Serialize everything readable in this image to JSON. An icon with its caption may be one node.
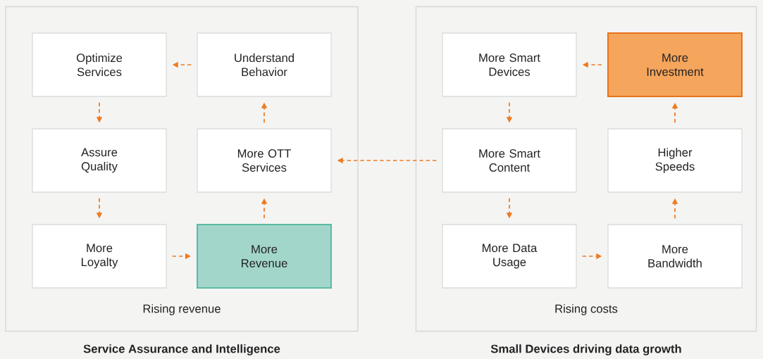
{
  "diagram": {
    "nodes": [
      {
        "text": [
          "Rising revenue",
          "Service Assurance and Intelligence"
        ]
      },
      {
        "text": [
          "Optimize Services"
        ],
        "in": 0
      },
      {
        "text": [
          "Understand Behavior"
        ],
        "in": 0
      },
      {
        "text": [
          "Assure Quality"
        ],
        "in": 0
      },
      {
        "text": [
          "More OTT Services"
        ],
        "in": 0
      },
      {
        "text": [
          "More Loyalty"
        ],
        "in": 0
      },
      {
        "text": [
          "More Revenue"
        ],
        "in": 0
      },
      {
        "text": [
          "Rising costs",
          "Small Devices driving data growth"
        ]
      },
      {
        "text": [
          "More Smart Devices"
        ],
        "in": 7
      },
      {
        "text": [
          "More Investment"
        ],
        "in": 7
      },
      {
        "text": [
          "More Smart Content"
        ],
        "in": 7
      },
      {
        "text": [
          "Higher Speeds"
        ],
        "in": 7
      },
      {
        "text": [
          "More Data Usage"
        ],
        "in": 7
      },
      {
        "text": [
          "More Bandwidth"
        ],
        "in": 7
      }
    ],
    "edges": [
      {
        "from": 2,
        "to": 1,
        "arrow": "to",
        "style": "dashed"
      },
      {
        "from": 1,
        "to": 3,
        "arrow": "to",
        "style": "dashed"
      },
      {
        "from": 3,
        "to": 5,
        "arrow": "to",
        "style": "dashed"
      },
      {
        "from": 5,
        "to": 6,
        "arrow": "to",
        "style": "dashed"
      },
      {
        "from": 6,
        "to": 4,
        "arrow": "to",
        "style": "dashed"
      },
      {
        "from": 4,
        "to": 2,
        "arrow": "to",
        "style": "dashed"
      },
      {
        "from": 9,
        "to": 8,
        "arrow": "to",
        "style": "dashed"
      },
      {
        "from": 8,
        "to": 10,
        "arrow": "to",
        "style": "dashed"
      },
      {
        "from": 10,
        "to": 12,
        "arrow": "to",
        "style": "dashed"
      },
      {
        "from": 12,
        "to": 13,
        "arrow": "to",
        "style": "dashed"
      },
      {
        "from": 13,
        "to": 11,
        "arrow": "to",
        "style": "dashed"
      },
      {
        "from": 11,
        "to": 9,
        "arrow": "to",
        "style": "dashed"
      },
      {
        "from": 10,
        "to": 4,
        "arrow": "to",
        "style": "dashed"
      }
    ]
  }
}
